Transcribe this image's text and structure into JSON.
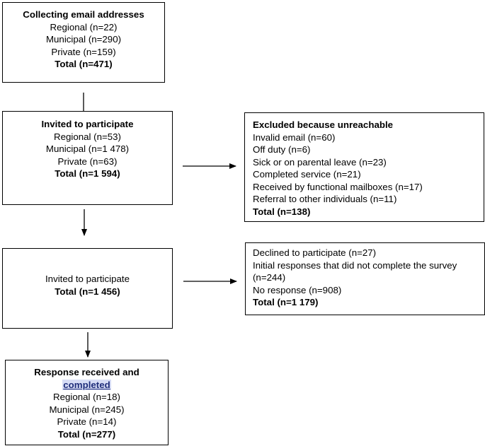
{
  "collecting": {
    "title": "Collecting email addresses",
    "regional": "Regional (n=22)",
    "municipal": "Municipal (n=290)",
    "private": "Private (n=159)",
    "total": "Total (n=471)"
  },
  "invited1": {
    "title": "Invited to participate",
    "regional": "Regional (n=53)",
    "municipal": "Municipal (n=1 478)",
    "private": "Private (n=63)",
    "total": "Total (n=1 594)"
  },
  "excluded": {
    "title": "Excluded because unreachable",
    "items": [
      "Invalid email (n=60)",
      "Off duty (n=6)",
      "Sick or on parental leave (n=23)",
      "Completed service (n=21)",
      "Received by functional mailboxes (n=17)",
      "Referral to other individuals (n=11)"
    ],
    "total": "Total (n=138)"
  },
  "invited2": {
    "title": "Invited to participate",
    "total": "Total (n=1 456)"
  },
  "declined": {
    "items": [
      "Declined to participate (n=27)",
      "Initial responses that did not complete the survey (n=244)",
      "No response (n=908)"
    ],
    "total": "Total (n=1 179)"
  },
  "response": {
    "title_part1": "Response received and",
    "title_part2": "completed",
    "regional": "Regional (n=18)",
    "municipal": "Municipal (n=245)",
    "private": "Private (n=14)",
    "total": "Total (n=277)"
  },
  "colors": {
    "border": "#000000",
    "highlight_bg": "#d6dcf5",
    "highlight_text": "#1f2d7a"
  }
}
